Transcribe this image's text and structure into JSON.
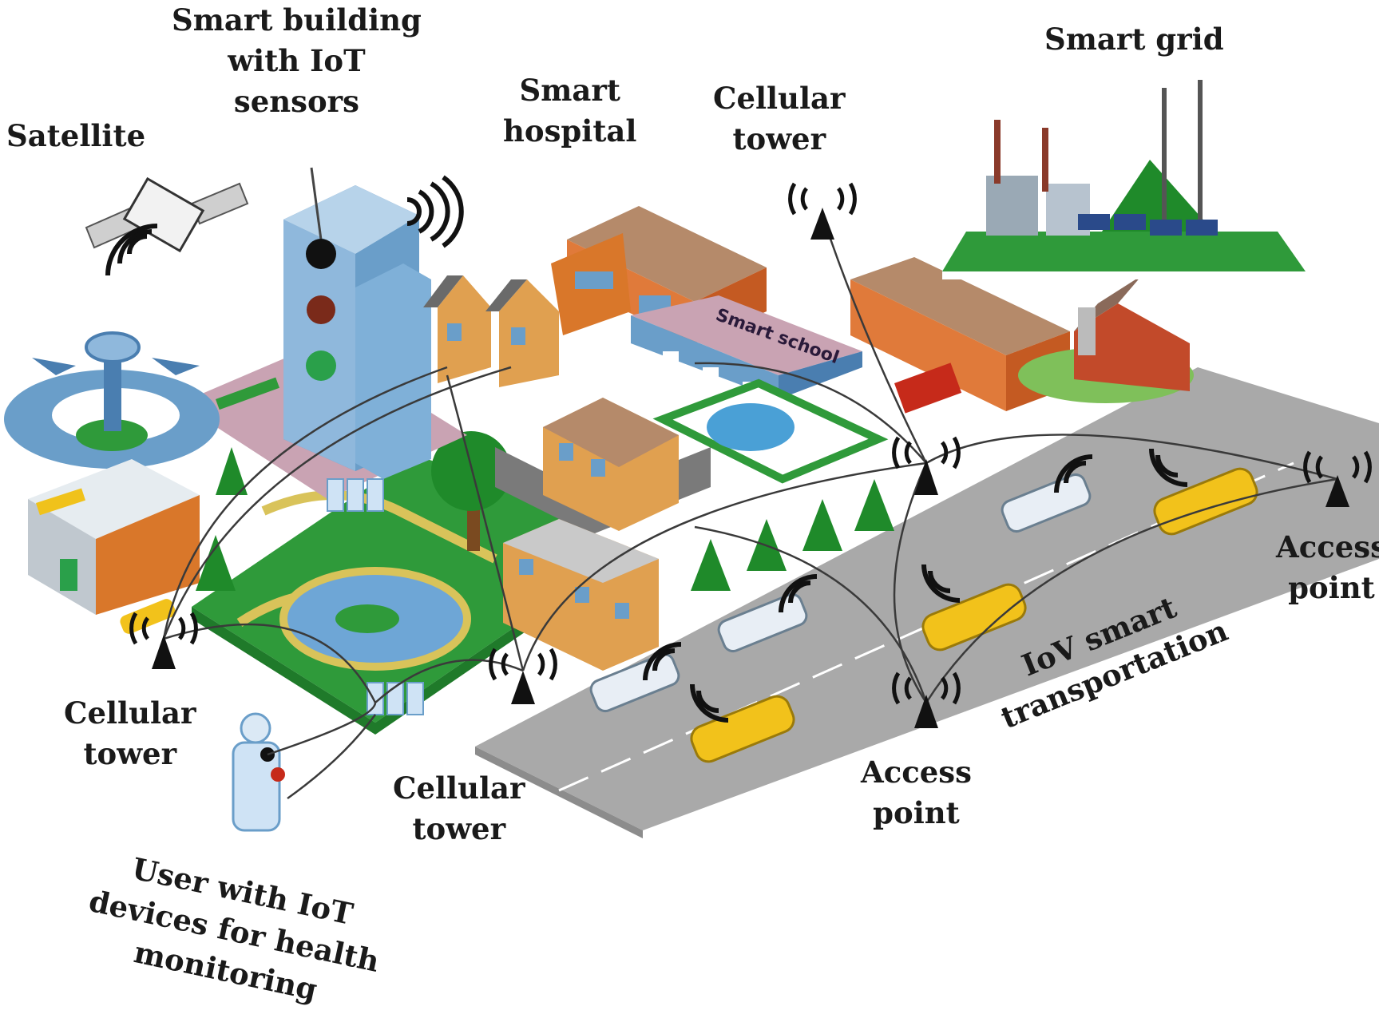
{
  "labels": {
    "satellite": [
      "Satellite"
    ],
    "smart_building": [
      "Smart building",
      "with IoT",
      "sensors"
    ],
    "smart_hospital": [
      "Smart",
      "hospital"
    ],
    "cellular_tower_top": [
      "Cellular",
      "tower"
    ],
    "smart_grid": [
      "Smart grid"
    ],
    "cellular_tower_left": [
      "Cellular",
      "tower"
    ],
    "cellular_tower_bottom": [
      "Cellular",
      "tower"
    ],
    "access_point_bottom": [
      "Access",
      "point"
    ],
    "access_point_right": [
      "Access",
      "point"
    ],
    "iov": [
      "IoV smart",
      "transportation"
    ],
    "user": [
      "User with IoT",
      "devices for health",
      "monitoring"
    ],
    "school_sign": "Smart school"
  },
  "colors": {
    "grass": "#2f9a3a",
    "grass_dark": "#1f7a2a",
    "road": "#a9a9a9",
    "road_dark": "#8c8c8c",
    "building_blue": "#6a9ec9",
    "taxi": "#f2c21b",
    "bus": "#e8eef5",
    "tower": "#111111",
    "link": "#3a3a3a"
  }
}
